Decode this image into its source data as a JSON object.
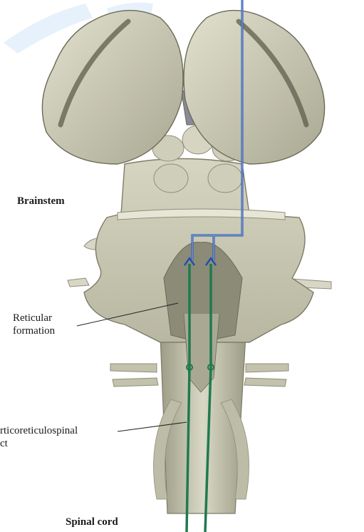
{
  "labels": {
    "brainstem": "Brainstem",
    "reticular_line1": "Reticular",
    "reticular_line2": "formation",
    "tract_line1": "rticoreticulospinal",
    "tract_line2": "ct",
    "spinal_cord": "Spinal cord"
  },
  "colors": {
    "cortical_fiber": "#1f4fb0",
    "reticulospinal_fiber": "#1f7a4f",
    "tissue": "#c9c8b3",
    "tissue_dark": "#8f8e7a",
    "watermark": "#cfe3f7"
  }
}
